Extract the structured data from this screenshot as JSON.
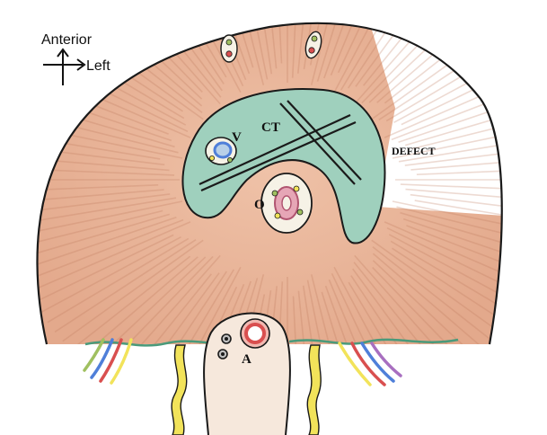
{
  "orientation": {
    "anterior_label": "Anterior",
    "left_label": "Left"
  },
  "labels": {
    "vena_cava": "V",
    "central_tendon": "CT",
    "esophagus": "O",
    "aorta": "A",
    "defect": "DEFECT"
  },
  "colors": {
    "muscle": "#e7b196",
    "muscle_streak": "#c07a5e",
    "tendon": "#9fd0bd",
    "outline": "#1a1a1a",
    "nerve_yellow": "#f2e35a",
    "vessel_red": "#d94f4f",
    "vessel_blue": "#4f7fd9",
    "background": "#ffffff"
  }
}
